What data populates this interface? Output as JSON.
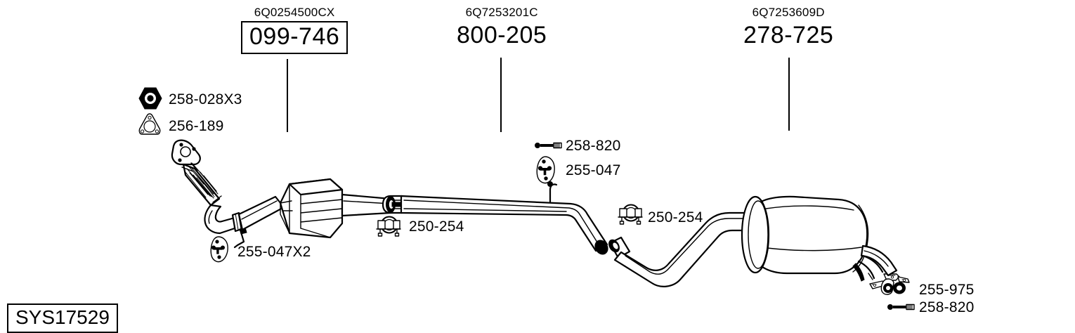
{
  "diagram": {
    "title_code": "SYS17529",
    "groups": [
      {
        "oem": "6Q0254500CX",
        "number": "099-746",
        "boxed": true,
        "name": "catalytic-converter-group"
      },
      {
        "oem": "6Q7253201C",
        "number": "800-205",
        "boxed": false,
        "name": "centre-pipe-group"
      },
      {
        "oem": "6Q7253609D",
        "number": "278-725",
        "boxed": false,
        "name": "rear-silencer-group"
      }
    ],
    "parts": [
      {
        "label": "258-028X3",
        "icon": "hex-nut-icon",
        "name": "part-258-028x3"
      },
      {
        "label": "256-189",
        "icon": "triangle-gasket-icon",
        "name": "part-256-189"
      },
      {
        "label": "255-047X2",
        "icon": "rubber-hanger-icon",
        "name": "part-255-047x2"
      },
      {
        "label": "250-254",
        "icon": "u-bolt-clamp-icon",
        "name": "part-250-254-front"
      },
      {
        "label": "258-820",
        "icon": "bolt-icon",
        "name": "part-258-820-mid"
      },
      {
        "label": "255-047",
        "icon": "rubber-hanger-icon",
        "name": "part-255-047"
      },
      {
        "label": "250-254",
        "icon": "u-bolt-clamp-icon",
        "name": "part-250-254-rear"
      },
      {
        "label": "255-975",
        "icon": "bracket-mount-icon",
        "name": "part-255-975"
      },
      {
        "label": "258-820",
        "icon": "bolt-icon",
        "name": "part-258-820-rear"
      }
    ]
  }
}
